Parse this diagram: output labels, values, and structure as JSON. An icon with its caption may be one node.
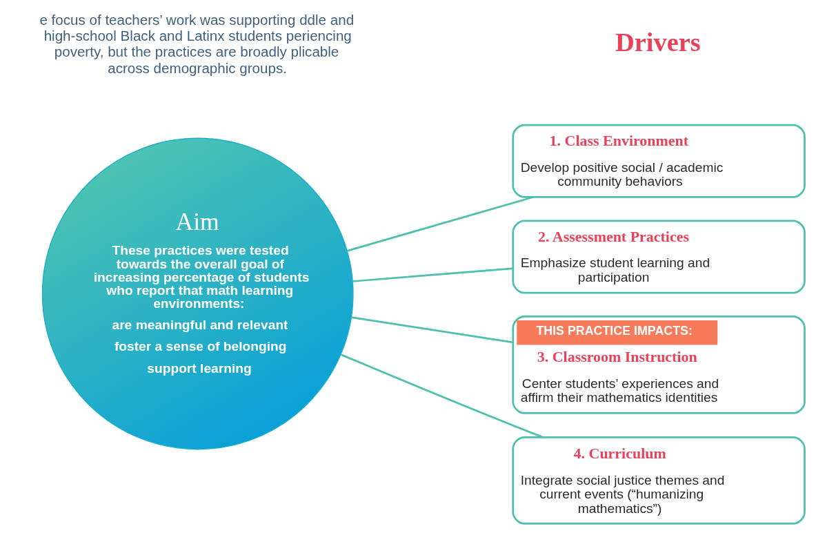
{
  "diagram": {
    "nodes": [
      {
        "text": [
          "Aim",
          "These practices were tested towards the overall goal of increasing percentage of students who report that math learning environments:",
          "are meaningful and relevant",
          "foster a sense of belonging",
          "support learning"
        ]
      },
      {
        "text": [
          "1. Class Environment",
          "Develop positive social / academic community behaviors"
        ]
      },
      {
        "text": [
          "2. Assessment Practices",
          "Emphasize student learning and participation"
        ]
      },
      {
        "text": [
          "THIS PRACTICE IMPACTS:",
          "3. Classroom Instruction",
          "Center students’ experiences and affirm their mathematics identities"
        ]
      },
      {
        "text": [
          "4. Curriculum",
          "Integrate social justice themes and current events (“humanizing mathematics”)"
        ]
      }
    ],
    "edges": [
      {
        "from": 0,
        "to": 1,
        "arrow": "none"
      },
      {
        "from": 0,
        "to": 2,
        "arrow": "none"
      },
      {
        "from": 0,
        "to": 3,
        "arrow": "none"
      },
      {
        "from": 0,
        "to": 4,
        "arrow": "none"
      }
    ],
    "labels": [
      "e focus of teachers’ work was supporting ddle and high-school Black and Latinx students periencing poverty, but the practices are broadly plicable across demographic groups.",
      "Drivers"
    ]
  }
}
